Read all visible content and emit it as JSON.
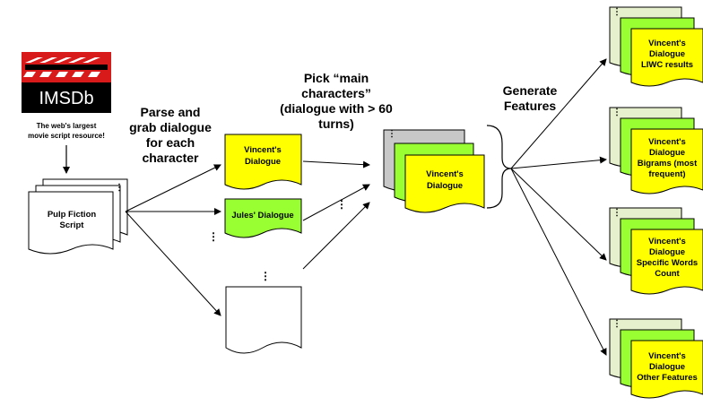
{
  "logo": {
    "name": "IMSDb",
    "tagline_1": "The web's largest",
    "tagline_2": "movie script resource!"
  },
  "source_doc": {
    "line1": "Pulp Fiction",
    "line2": "Script"
  },
  "steps": {
    "parse": [
      "Parse and",
      "grab dialogue",
      "for each",
      "character"
    ],
    "pick": [
      "Pick “main",
      "characters”",
      "(dialogue with > 60",
      "turns)"
    ],
    "generate": [
      "Generate",
      "Features"
    ]
  },
  "character_docs": {
    "vincent": [
      "Vincent's",
      "Dialogue"
    ],
    "jules": [
      "Jules' Dialogue"
    ]
  },
  "main_doc": [
    "Vincent's",
    "Dialogue"
  ],
  "features": [
    [
      "Vincent's",
      "Dialogue",
      "LIWC results"
    ],
    [
      "Vincent's",
      "Dialogue",
      "Bigrams (most",
      "frequent)"
    ],
    [
      "Vincent's",
      "Dialogue",
      "Specific Words",
      "Count"
    ],
    [
      "Vincent's",
      "Dialogue",
      "Other Features"
    ]
  ],
  "ellipsis": "⋮",
  "colors": {
    "yellow": "#ffff00",
    "green": "#99ff33",
    "pale_green": "#e6f0cc",
    "gray": "#c8c8c8",
    "logo_red": "#d81a1a",
    "logo_black": "#000000"
  }
}
